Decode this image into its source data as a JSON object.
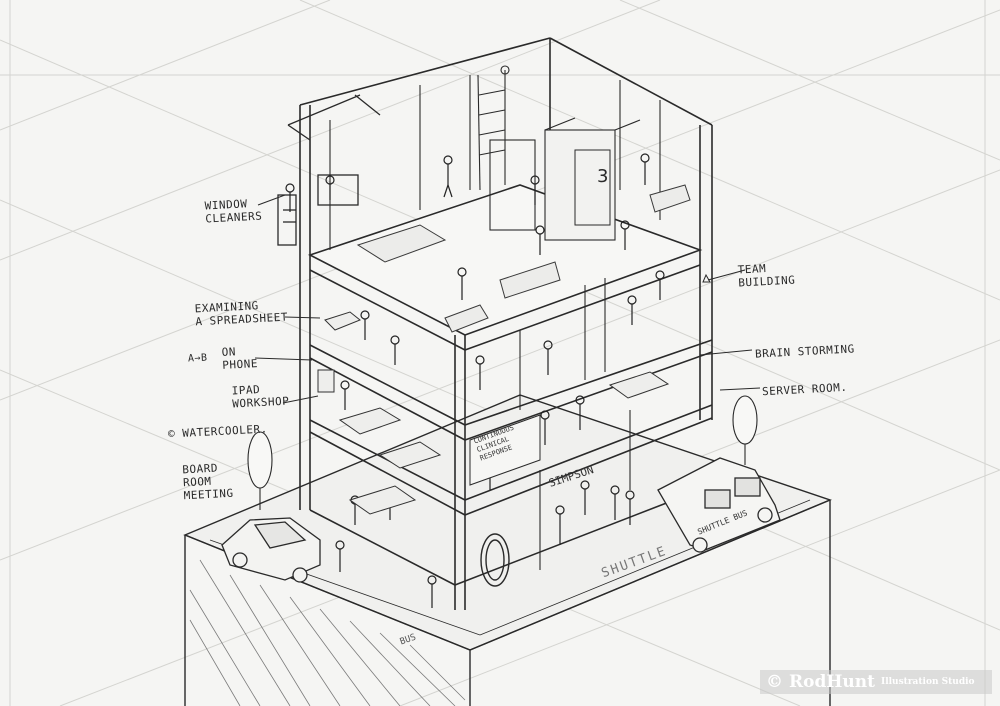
{
  "illustration": {
    "type": "pencil sketch",
    "subject": "isometric cutaway of a multi-storey office building with street scene",
    "floor_number_sign": "3"
  },
  "labels": {
    "window_cleaners": "WINDOW\nCLEANERS",
    "examining_spreadsheet": "EXAMINING\nA SPREADSHEET",
    "ab_on_phone_marker": "A→B",
    "on_phone": "ON\nPHONE",
    "ipad_workshop": "iPAD\nWORKSHOP",
    "watercooler": "© WATERCOOLER.",
    "board_room_meeting": "BOARD\nROOM\nMEETING",
    "team_building": "TEAM\nBUILDING",
    "brain_storming": "BRAIN STORMING",
    "server_room": "SERVER ROOM."
  },
  "signs": {
    "banner": "CONTINUOUS\nCLINICAL\nRESPONSE",
    "storefront": "SIMPSON",
    "bus_side": "SHUTTLE BUS",
    "road_marking": "SHUTTLE",
    "street_marking": "BUS"
  },
  "watermark": {
    "copyright": "©",
    "name": "RodHunt",
    "studio": "Illustration Studio"
  },
  "colors": {
    "paper": "#f5f5f3",
    "pencil": "#2a2a2a",
    "light_pencil": "#9a9a9a",
    "watermark_bg": "#c8c8c8"
  }
}
